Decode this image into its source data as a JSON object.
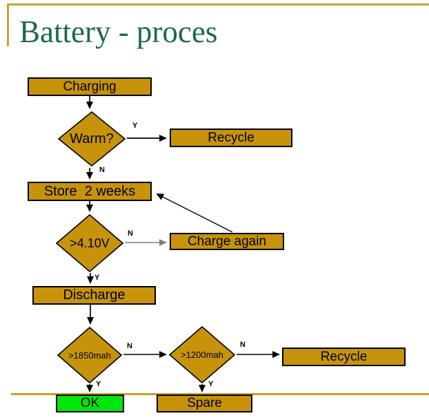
{
  "slide": {
    "title": "Battery - proces"
  },
  "colors": {
    "node_fill_gold": "#C6930B",
    "ok_fill_green": "#00E70B",
    "title_green": "#1C6B47",
    "frame_gold": "#C2A33C",
    "footer_line_gold": "#CDA020",
    "arrow_black": "#000000",
    "arrow_gray": "#7F7F7F",
    "text_black": "#000000",
    "background": "#FFFFFF"
  },
  "nodes": {
    "charging": {
      "label": "Charging"
    },
    "warm": {
      "label": "Warm?"
    },
    "recycle_top": {
      "label": "Recycle"
    },
    "store": {
      "label": "Store  2 weeks"
    },
    "v410": {
      "label": ">4.10V"
    },
    "charge_again": {
      "label": "Charge again"
    },
    "discharge": {
      "label": "Discharge"
    },
    "mah1850": {
      "label": ">1850mah"
    },
    "mah1200": {
      "label": ">1200mah"
    },
    "recycle_bottom": {
      "label": "Recycle"
    },
    "ok": {
      "label": "OK"
    },
    "spare": {
      "label": "Spare"
    }
  },
  "edge_labels": {
    "warm_yes": "Y",
    "warm_no": "N",
    "v410_no": "N",
    "v410_yes": "Y",
    "mah1850_no": "N",
    "mah1850_yes": "Y",
    "mah1200_no": "N",
    "mah1200_yes": "Y"
  }
}
